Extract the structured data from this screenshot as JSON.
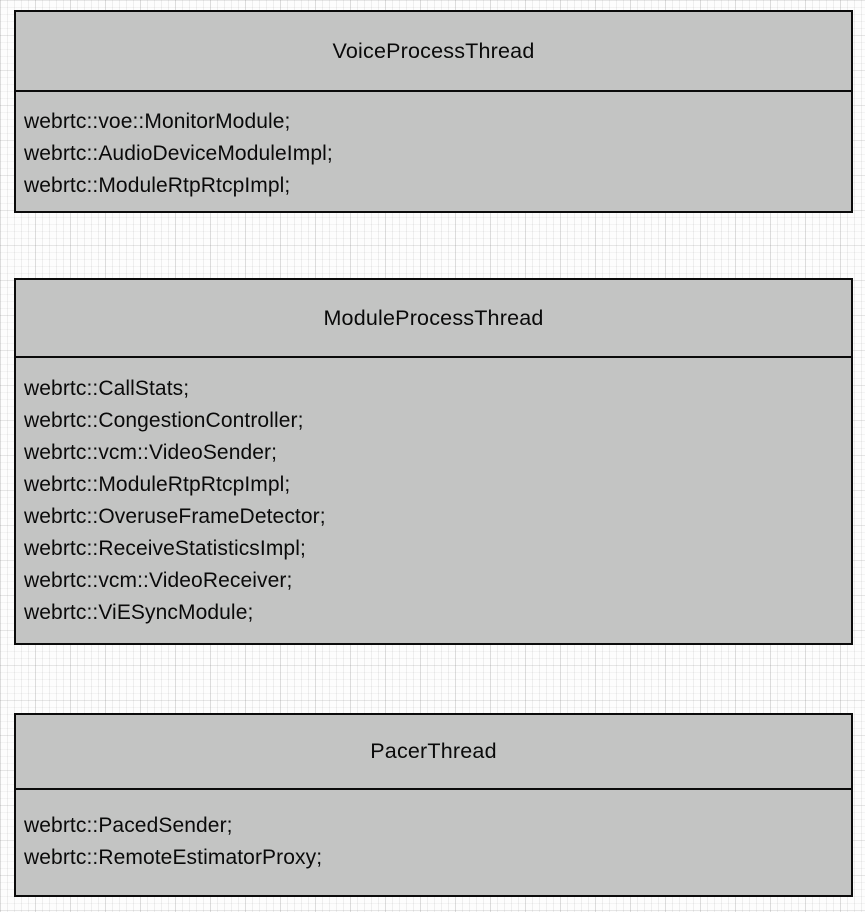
{
  "colors": {
    "box_fill": "#c3c4c3",
    "box_border": "#0b0b0b",
    "background": "#fdfdfd",
    "grid_line": "#dddddd",
    "text": "#0a0a0a"
  },
  "diagram": {
    "boxes": [
      {
        "title": "VoiceProcessThread",
        "items": [
          "webrtc::voe::MonitorModule;",
          "webrtc::AudioDeviceModuleImpl;",
          "webrtc::ModuleRtpRtcpImpl;"
        ]
      },
      {
        "title": "ModuleProcessThread",
        "items": [
          "webrtc::CallStats;",
          "webrtc::CongestionController;",
          "webrtc::vcm::VideoSender;",
          "webrtc::ModuleRtpRtcpImpl;",
          "webrtc::OveruseFrameDetector;",
          "webrtc::ReceiveStatisticsImpl;",
          "webrtc::vcm::VideoReceiver;",
          "webrtc::ViESyncModule;"
        ]
      },
      {
        "title": "PacerThread",
        "items": [
          "webrtc::PacedSender;",
          "webrtc::RemoteEstimatorProxy;"
        ]
      }
    ]
  }
}
